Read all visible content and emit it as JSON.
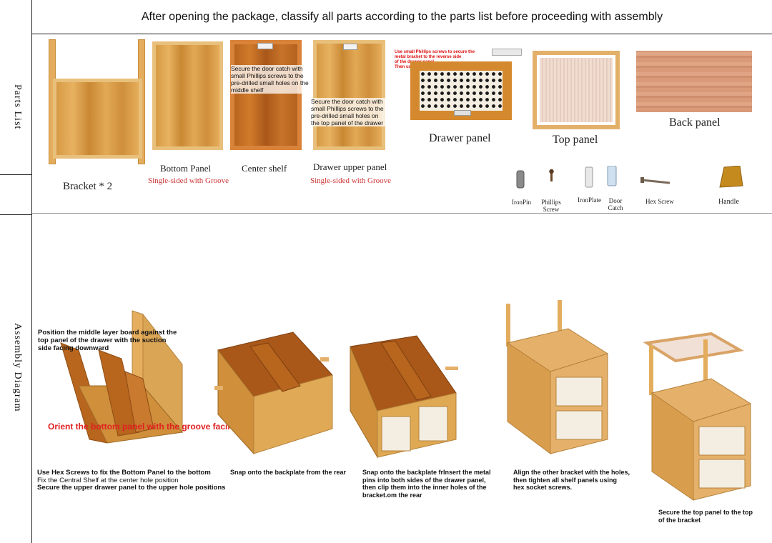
{
  "header": {
    "title": "After opening the package, classify all parts according to the parts list before proceeding with assembly"
  },
  "sidebar": {
    "parts_list": "Parts List",
    "assembly_diagram": "Assembly Diagram"
  },
  "parts": {
    "bracket": {
      "label": "Bracket * 2"
    },
    "bottom_panel": {
      "label": "Bottom Panel",
      "sub": "Single-sided with Groove"
    },
    "center_shelf": {
      "label": "Center shelf",
      "note": "Secure the door catch with small Phillips screws to the pre-drilled small holes on the middle shelf"
    },
    "drawer_upper_panel": {
      "label": "Drawer upper panel",
      "sub": "Single-sided with Groove",
      "note": "Secure the door catch with small Phillips screws to the pre-drilled small holes on the top panel of the drawer"
    },
    "drawer_panel": {
      "label": "Drawer panel",
      "note_line1": "Use small Phillips screws to secure the",
      "note_line2": "metal bracket to the reverse side",
      "note_line3": "of the drawer panel",
      "note_line4": "Then use flat-head screws to install the handle"
    },
    "top_panel": {
      "label": "Top panel"
    },
    "back_panel": {
      "label": "Back panel"
    }
  },
  "hardware": {
    "iron_pin": "IronPin",
    "phillips_screw_1": "Phillips",
    "phillips_screw_2": "Screw",
    "iron_plate": "IronPlate",
    "door_catch_1": "Door",
    "door_catch_2": "Catch",
    "hex_screw": "Hex Screw",
    "handle": "Handle"
  },
  "assembly": {
    "step1_intro_1": "Position the middle layer board against the",
    "step1_intro_2": "top panel of the drawer with the suction",
    "step1_intro_3": "side facing downward",
    "orient_note": "Orient the bottom panel with the groove facing upward",
    "step1_line1": "Use Hex Screws to fix the Bottom Panel to the bottom",
    "step1_line2": "Fix the Central Shelf at the center hole position",
    "step1_line3": "Secure the upper drawer panel to the upper hole positions",
    "step2": "Snap onto the backplate from the rear",
    "step3_line1": "Snap onto the backplate frInsert the metal",
    "step3_line2": "pins into both sides of the drawer panel,",
    "step3_line3": "then clip them into the inner holes of the",
    "step3_line4": "bracket.om the rear",
    "step4_line1": "Align the other bracket with the holes,",
    "step4_line2": "then tighten all shelf panels using",
    "step4_line3": "hex socket screws.",
    "step5_line1": "Secure the top panel to the top",
    "step5_line2": "of the bracket"
  }
}
